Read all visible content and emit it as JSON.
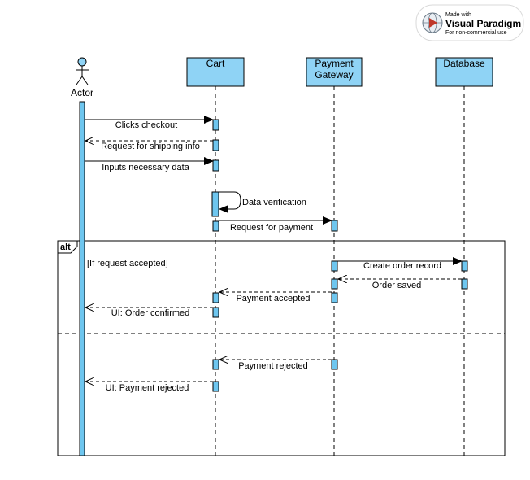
{
  "watermark": {
    "line1": "Made with",
    "line2": "Visual Paradigm",
    "line3": "For non-commercial use"
  },
  "participants": {
    "actor": "Actor",
    "cart": "Cart",
    "gateway_line1": "Payment",
    "gateway_line2": "Gateway",
    "database": "Database"
  },
  "messages": {
    "m1": "Clicks checkout",
    "m2": "Request for shipping info",
    "m3": "Inputs necessary data",
    "m4": "Data verification",
    "m5": "Request for payment",
    "m6": "Create order record",
    "m7": "Order saved",
    "m8": "Payment accepted",
    "m9": "UI: Order confirmed",
    "m10": "Payment rejected",
    "m11": "UI: Payment rejected"
  },
  "fragment": {
    "operator": "alt",
    "guard": "[If request accepted]"
  },
  "colors": {
    "lifeline_box": "#8fd3f5",
    "activation": "#6ec6ef"
  }
}
